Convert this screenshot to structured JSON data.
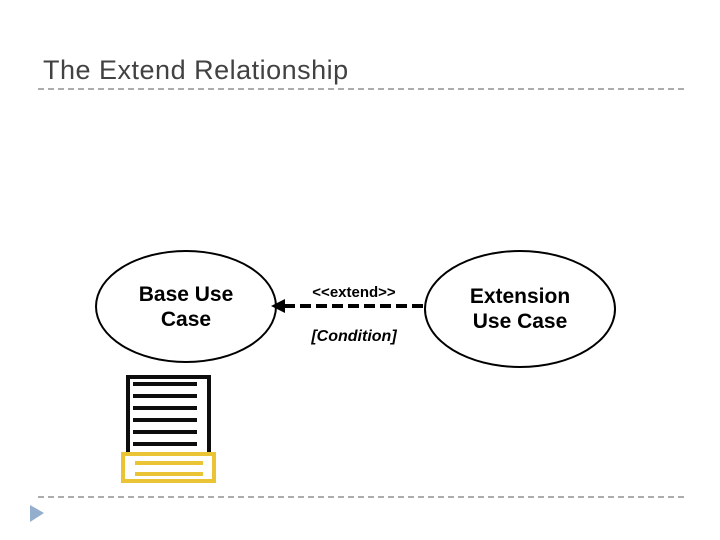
{
  "slide": {
    "title": "The Extend Relationship"
  },
  "diagram": {
    "base_ellipse": {
      "line1": "Base Use",
      "line2": "Case"
    },
    "extension_ellipse": {
      "line1": "Extension",
      "line2": "Use Case"
    },
    "arrow": {
      "stereotype": "<<extend>>",
      "guard": "[Condition]"
    }
  },
  "icons": {
    "document": "document-icon",
    "arrow_head": "arrow-head-left-icon",
    "footer": "play-triangle-icon"
  },
  "colors": {
    "title_text": "#424242",
    "divider_dash": "#ACACAC",
    "diagram_stroke": "#000000",
    "highlight_yellow": "#EAC435",
    "footer_triangle_blue": "#94AECD"
  }
}
